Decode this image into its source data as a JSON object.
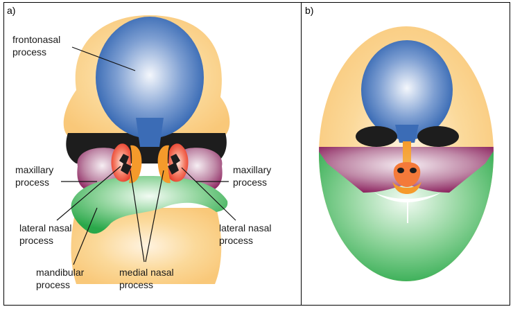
{
  "panels": {
    "a": {
      "tag": "a)",
      "labels": {
        "frontonasal": [
          "frontonasal",
          "process"
        ],
        "maxillary_left": [
          "maxillary",
          "process"
        ],
        "maxillary_right": [
          "maxillary",
          "process"
        ],
        "lateral_nasal_left": [
          "lateral nasal",
          "process"
        ],
        "lateral_nasal_right": [
          "lateral nasal",
          "process"
        ],
        "mandibular": [
          "mandibular",
          "process"
        ],
        "medial_nasal": [
          "medial nasal",
          "process"
        ]
      }
    },
    "b": {
      "tag": "b)"
    }
  },
  "colors": {
    "frontonasal_blue": "#2f63b0",
    "skin_orange": "#f9c879",
    "maxillary_purple": "#8a1f5c",
    "mandibular_green": "#2aa84a",
    "nasal_red": "#e8402e",
    "nasal_orange": "#f59a2b",
    "eye_black": "#1d1d1d"
  }
}
